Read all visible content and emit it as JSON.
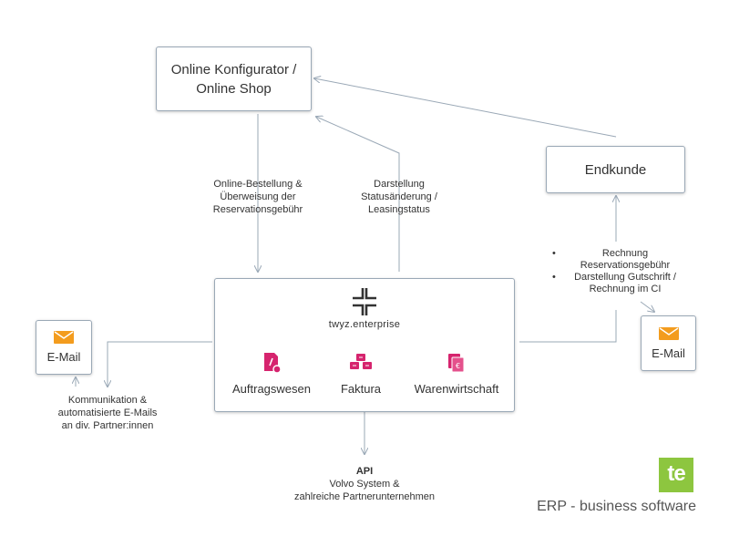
{
  "nodes": {
    "shop": {
      "line1": "Online Konfigurator /",
      "line2": "Online Shop"
    },
    "endkunde": "Endkunde",
    "email_left": "E-Mail",
    "email_right": "E-Mail"
  },
  "center": {
    "brand": "twyz.enterprise",
    "modules": [
      {
        "label": "Auftragswesen",
        "icon": "document-icon"
      },
      {
        "label": "Faktura",
        "icon": "boxes-icon"
      },
      {
        "label": "Warenwirtschaft",
        "icon": "stacked-documents-icon"
      }
    ]
  },
  "edges": {
    "order": [
      "Online-Bestellung &",
      "Überweisung der",
      "Reservationsgebühr"
    ],
    "status": [
      "Darstellung",
      "Statusänderung /",
      "Leasingstatus"
    ],
    "invoice_bullets": [
      "Rechnung Reservationsgebühr",
      "Darstellung Gutschrift / Rechnung im CI"
    ],
    "comm": [
      "Kommunikation &",
      "automatisierte E-Mails",
      "an div. Partner:innen"
    ],
    "api_title": "API",
    "api_lines": [
      "Volvo System &",
      "zahlreiche Partnerunternehmen"
    ]
  },
  "footer": {
    "logo_text": "te",
    "tagline": "ERP - business software"
  },
  "colors": {
    "accent": "#d6246e",
    "mail": "#f39c1e",
    "logo": "#8dc63f",
    "line": "#9aa8b6"
  }
}
